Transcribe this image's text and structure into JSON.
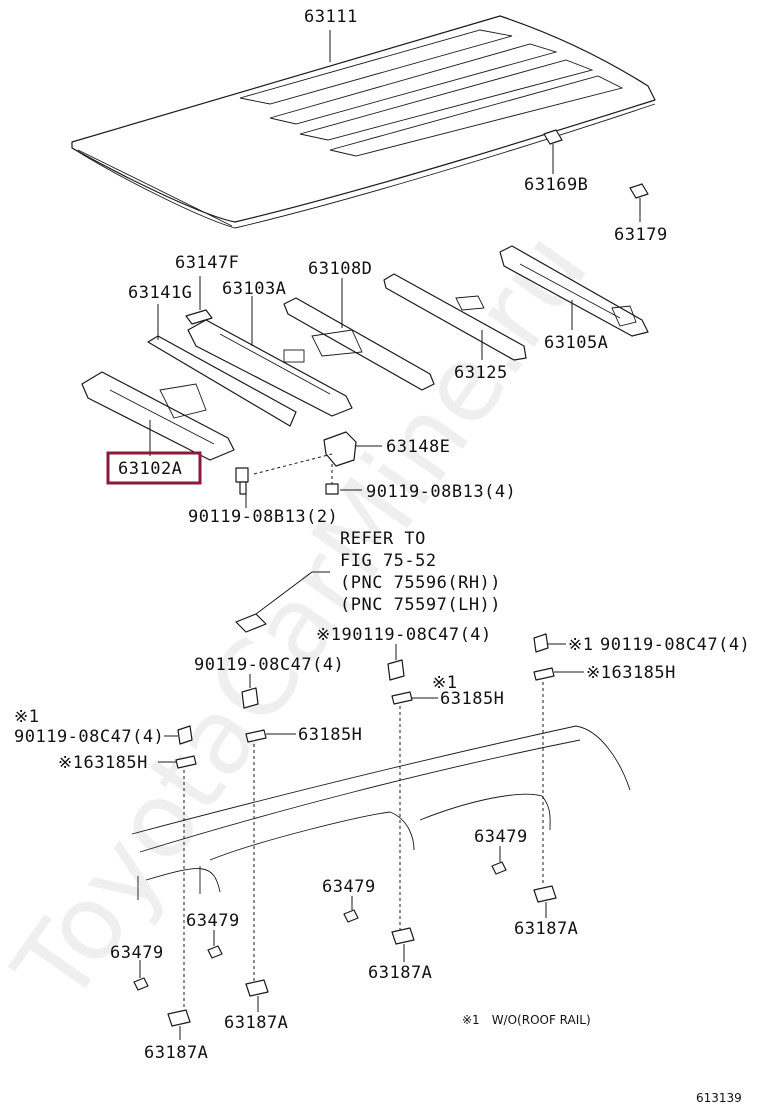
{
  "watermark": "ToyotaCarMine.ru",
  "figure_number": "613139",
  "note": "※1　W/O(ROOF RAIL)",
  "refer_to": {
    "line1": "REFER TO",
    "line2": "FIG 75-52",
    "line3": "(PNC 75596(RH))",
    "line4": "(PNC 75597(LH))"
  },
  "parts": {
    "p63111": "63111",
    "p63169B": "63169B",
    "p63179": "63179",
    "p63147F": "63147F",
    "p63108D": "63108D",
    "p63141G": "63141G",
    "p63103A": "63103A",
    "p63105A": "63105A",
    "p63125": "63125",
    "p63102A": "63102A",
    "p63148E": "63148E",
    "bolt_right": "90119-08B13(4)",
    "bolt_left": "90119-08B13(2)",
    "clip_top": "※190119-08C47(4)",
    "clip_right_note": "※1",
    "clip_right": "90119-08C47(4)",
    "clip_mid": "90119-08C47(4)",
    "clip_left_note": "※1",
    "clip_left": "90119-08C47(4)",
    "p63185H_right": "※163185H",
    "p63185H_center_note": "※1",
    "p63185H_center": "63185H",
    "p63185H_mid": "63185H",
    "p63185H_left": "※163185H",
    "p63479_right": "63479",
    "p63479_center": "63479",
    "p63479_left": "63479",
    "p63479_far_left": "63479",
    "p63187A_right": "63187A",
    "p63187A_center": "63187A",
    "p63187A_left": "63187A",
    "p63187A_far_left": "63187A"
  },
  "highlight_color": "#8b1a3a"
}
